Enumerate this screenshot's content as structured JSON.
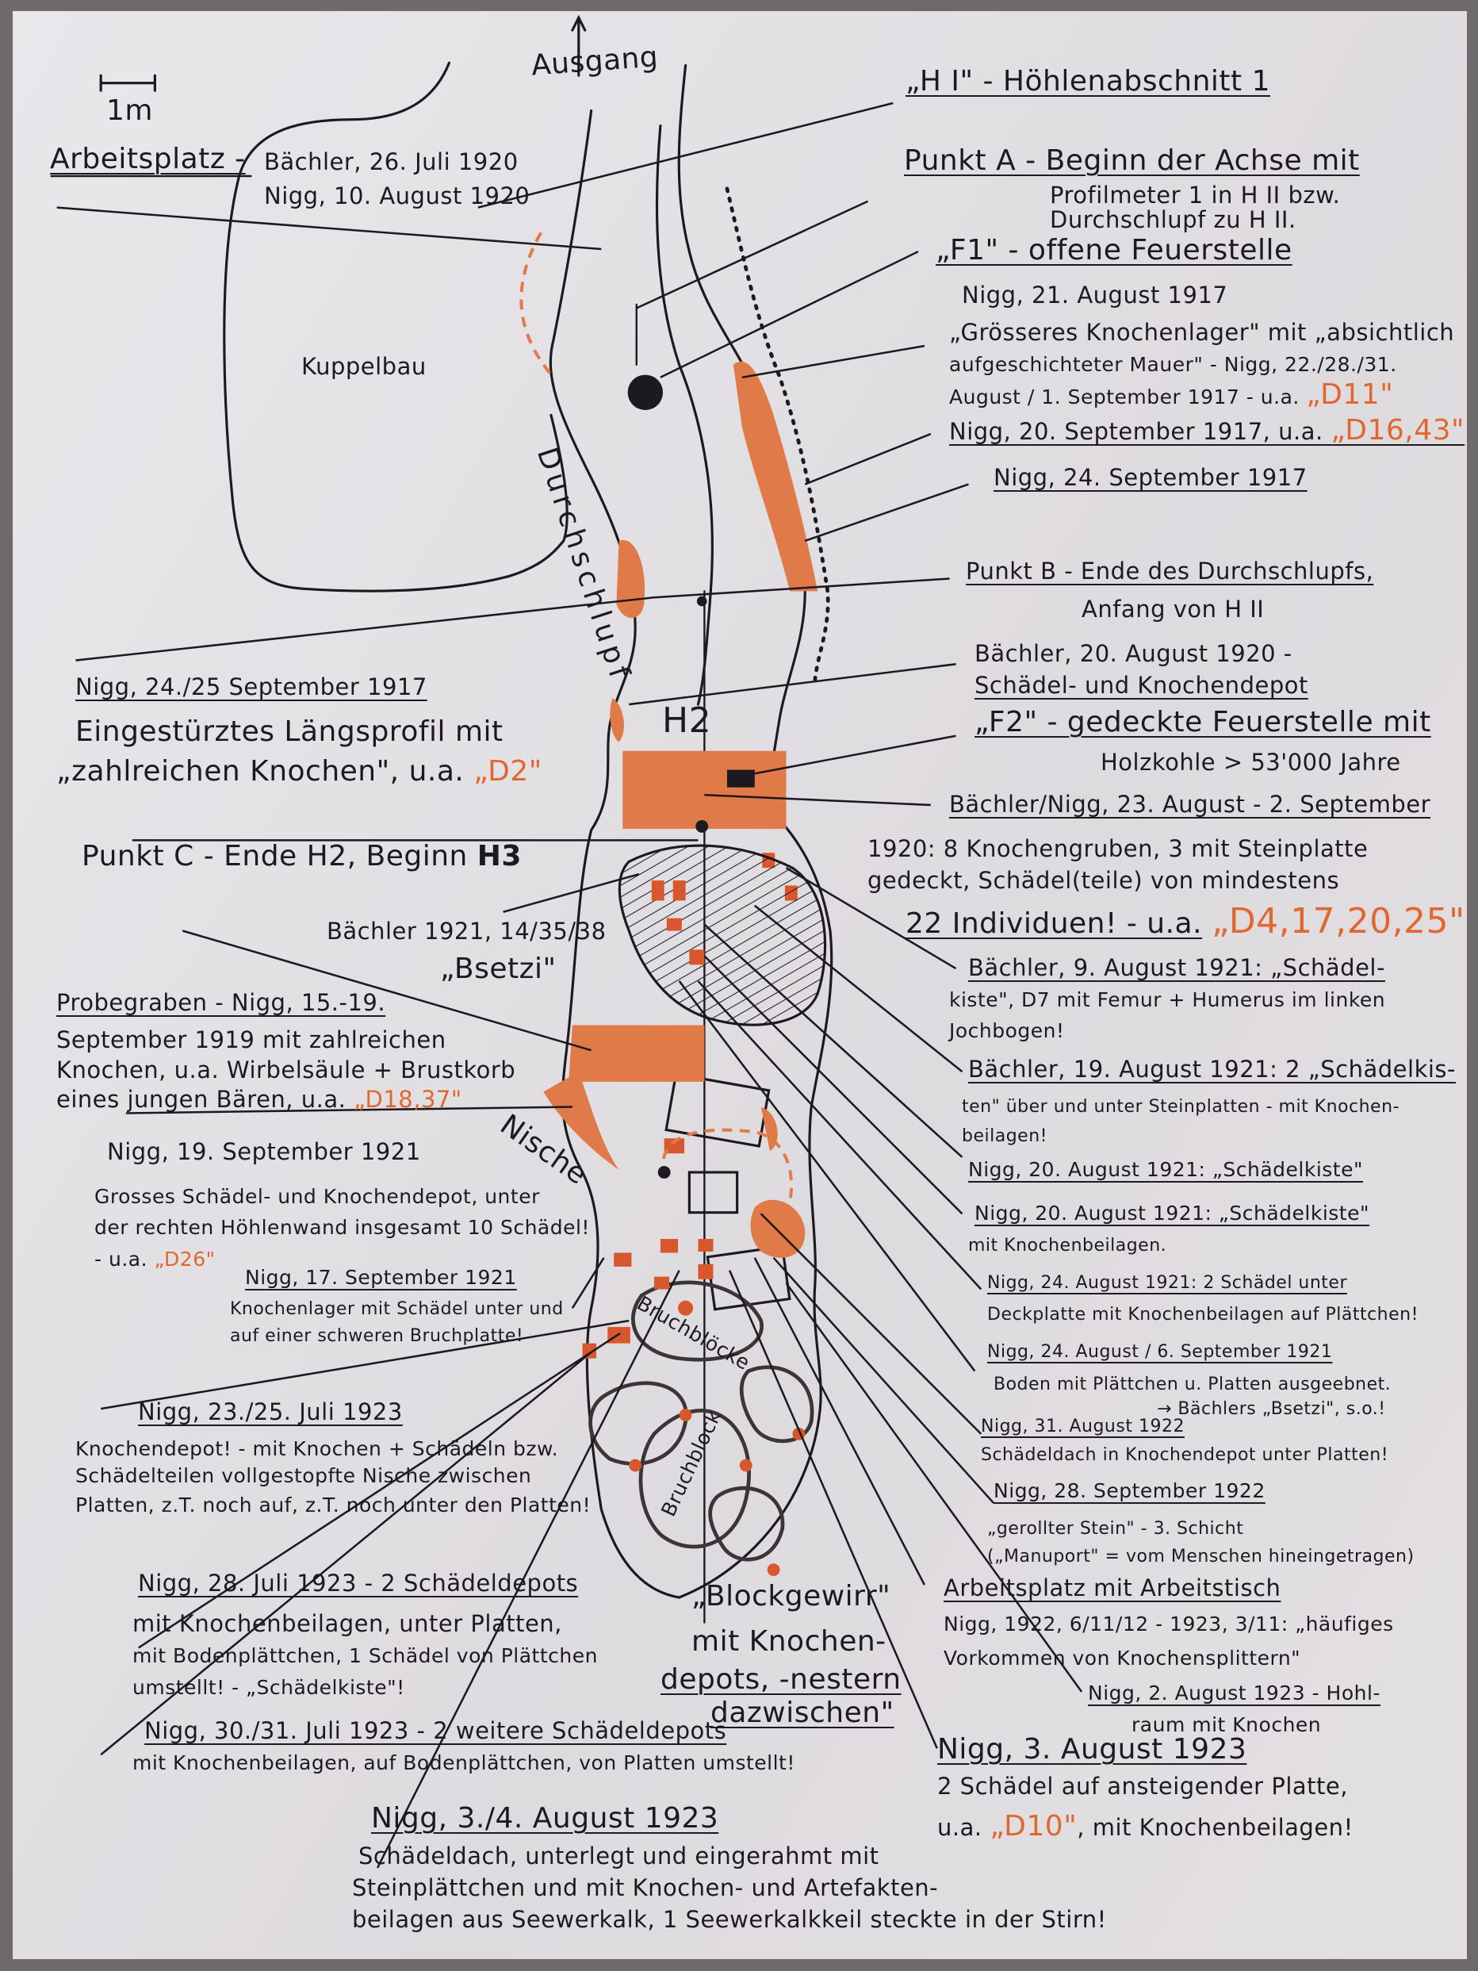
{
  "scale_label": "1m",
  "exit_label": "Ausgang",
  "rooms": {
    "kuppelbau": "Kuppelbau",
    "durchschlupf": "Durchschlupf",
    "h2": "H2",
    "nische": "Nische",
    "bruchbloecke": "Bruchblöcke",
    "bruchblock": "Bruchblock"
  },
  "notes": {
    "h1": "„H I\" - Höhlenabschnitt 1",
    "arbeitsplatz": "Arbeitsplatz -",
    "arbeitsplatz_1": "Bächler, 26. Juli 1920",
    "arbeitsplatz_2": "Nigg, 10. August 1920",
    "punkt_a": "Punkt A - Beginn der Achse mit",
    "punkt_a_2": "Profilmeter 1 in H II bzw.",
    "punkt_a_3": "Durchschlupf zu H II.",
    "f1": "„F1\" - offene Feuerstelle",
    "f1_date": "Nigg, 21. August 1917",
    "knochenlager_1": "„Grösseres Knochenlager\" mit „absichtlich",
    "knochenlager_2": "aufgeschichteter Mauer\" - Nigg, 22./28./31.",
    "knochenlager_3": "August / 1. September 1917 - u.a.",
    "knochenlager_ref": "„D11\"",
    "sept20": "Nigg, 20. September 1917, u.a.",
    "sept20_ref": "„D16,43\"",
    "sept24": "Nigg, 24. September 1917",
    "punkt_b": "Punkt B - Ende des Durchschlupfs,",
    "punkt_b_2": "Anfang von H II",
    "sept2425": "Nigg, 24./25 September 1917",
    "laengsprofil_1": "Eingestürztes Längsprofil mit",
    "laengsprofil_2": "„zahlreichen Knochen\", u.a.",
    "laengsprofil_ref": "„D2\"",
    "baechler1920_1": "Bächler, 20. August 1920 -",
    "baechler1920_2": "Schädel- und Knochendepot",
    "f2": "„F2\" - gedeckte Feuerstelle mit",
    "f2_2": "Holzkohle > 53'000 Jahre",
    "gruben_1": "Bächler/Nigg, 23. August - 2. September",
    "gruben_2": "1920: 8 Knochengruben, 3 mit Steinplatte",
    "gruben_3": "gedeckt, Schädel(teile) von mindestens",
    "gruben_4": "22 Individuen! - u.a.",
    "gruben_ref": "„D4,17,20,25\"",
    "punkt_c": "Punkt C - Ende H2, Beginn",
    "punkt_c_h3": "H3",
    "bsetzi_1": "Bächler 1921, 14/35/38",
    "bsetzi_2": "„Bsetzi\"",
    "aug9_1": "Bächler, 9. August 1921: „Schädel-",
    "aug9_2": "kiste\", D7 mit Femur + Humerus im linken",
    "aug9_3": "Jochbogen!",
    "probe_1": "Probegraben - Nigg, 15.-19.",
    "probe_2": "September 1919 mit zahlreichen",
    "probe_3": "Knochen, u.a. Wirbelsäule + Brustkorb",
    "probe_4": "eines jungen Bären, u.a.",
    "probe_ref": "„D18,37\"",
    "aug19_1": "Bächler, 19. August 1921: 2 „Schädelkis-",
    "aug19_2": "ten\" über und unter Steinplatten - mit Knochen-",
    "aug19_3": "beilagen!",
    "sept19_1": "Nigg, 19. September 1921",
    "sept19_2": "Grosses Schädel- und Knochendepot, unter",
    "sept19_3": "der rechten Höhlenwand insgesamt 10 Schädel!",
    "sept19_4": "- u.a.",
    "sept19_ref": "„D26\"",
    "aug20a": "Nigg, 20. August 1921: „Schädelkiste\"",
    "aug20b_1": "Nigg, 20. August 1921: „Schädelkiste\"",
    "aug20b_2": "mit Knochenbeilagen.",
    "sept17_1": "Nigg, 17. September 1921",
    "sept17_2": "Knochenlager mit Schädel unter und",
    "sept17_3": "auf einer schweren Bruchplatte!",
    "aug24_1": "Nigg, 24. August 1921: 2 Schädel unter",
    "aug24_2": "Deckplatte mit Knochenbeilagen auf Plättchen!",
    "aug24b_1": "Nigg, 24. August / 6. September 1921",
    "aug24b_2": "Boden mit Plättchen u. Platten ausgeebnet.",
    "aug24b_3": "→ Bächlers „Bsetzi\", s.o.!",
    "aug31_1": "Nigg, 31. August 1922",
    "aug31_2": "Schädeldach in Knochendepot unter Platten!",
    "juli23_1": "Nigg, 23./25. Juli 1923",
    "juli23_2": "Knochendepot! - mit Knochen + Schädeln bzw.",
    "juli23_3": "Schädelteilen vollgestopfte Nische zwischen",
    "juli23_4": "Platten, z.T. noch auf, z.T. noch unter den Platten!",
    "sept28_1": "Nigg, 28. September 1922",
    "sept28_2": "„gerollter Stein\" - 3. Schicht",
    "sept28_3": "(„Manuport\" = vom Menschen hineingetragen)",
    "arbeitstisch_1": "Arbeitsplatz mit Arbeitstisch",
    "arbeitstisch_2": "Nigg, 1922, 6/11/12 - 1923, 3/11: „häufiges",
    "arbeitstisch_3": "Vorkommen von Knochensplittern\"",
    "aug2_1": "Nigg, 2. August 1923 - Hohl-",
    "aug2_2": "raum mit Knochen",
    "juli28_1": "Nigg, 28. Juli 1923 - 2 Schädeldepots",
    "juli28_2": "mit Knochenbeilagen, unter Platten,",
    "juli28_3": "mit Bodenplättchen, 1 Schädel von Plättchen",
    "juli28_4": "umstellt! - „Schädelkiste\"!",
    "block_1": "„Blockgewirr\"",
    "block_2": "mit Knochen-",
    "block_3": "depots, -nestern",
    "block_4": "dazwischen\"",
    "juli30_1": "Nigg, 30./31. Juli 1923 - 2 weitere Schädeldepots",
    "juli30_2": "mit Knochenbeilagen, auf Bodenplättchen, von Platten umstellt!",
    "aug3_1": "Nigg, 3. August 1923",
    "aug3_2": "2 Schädel auf ansteigender Platte,",
    "aug3_3": "u.a.",
    "aug3_ref": "„D10\"",
    "aug3_4": ", mit Knochenbeilagen!",
    "aug34_1": "Nigg, 3./4. August 1923",
    "aug34_2": "Schädeldach, unterlegt und eingerahmt mit",
    "aug34_3": "Steinplättchen und mit Knochen- und Artefakten-",
    "aug34_4": "beilagen aus Seewerkalk, 1 Seewerkalkkeil steckte in der Stirn!"
  },
  "colors": {
    "ink": "#1c1a1e",
    "orange": "#e0672e",
    "fill": "#e07a48",
    "paper": "#e4e1e4"
  }
}
